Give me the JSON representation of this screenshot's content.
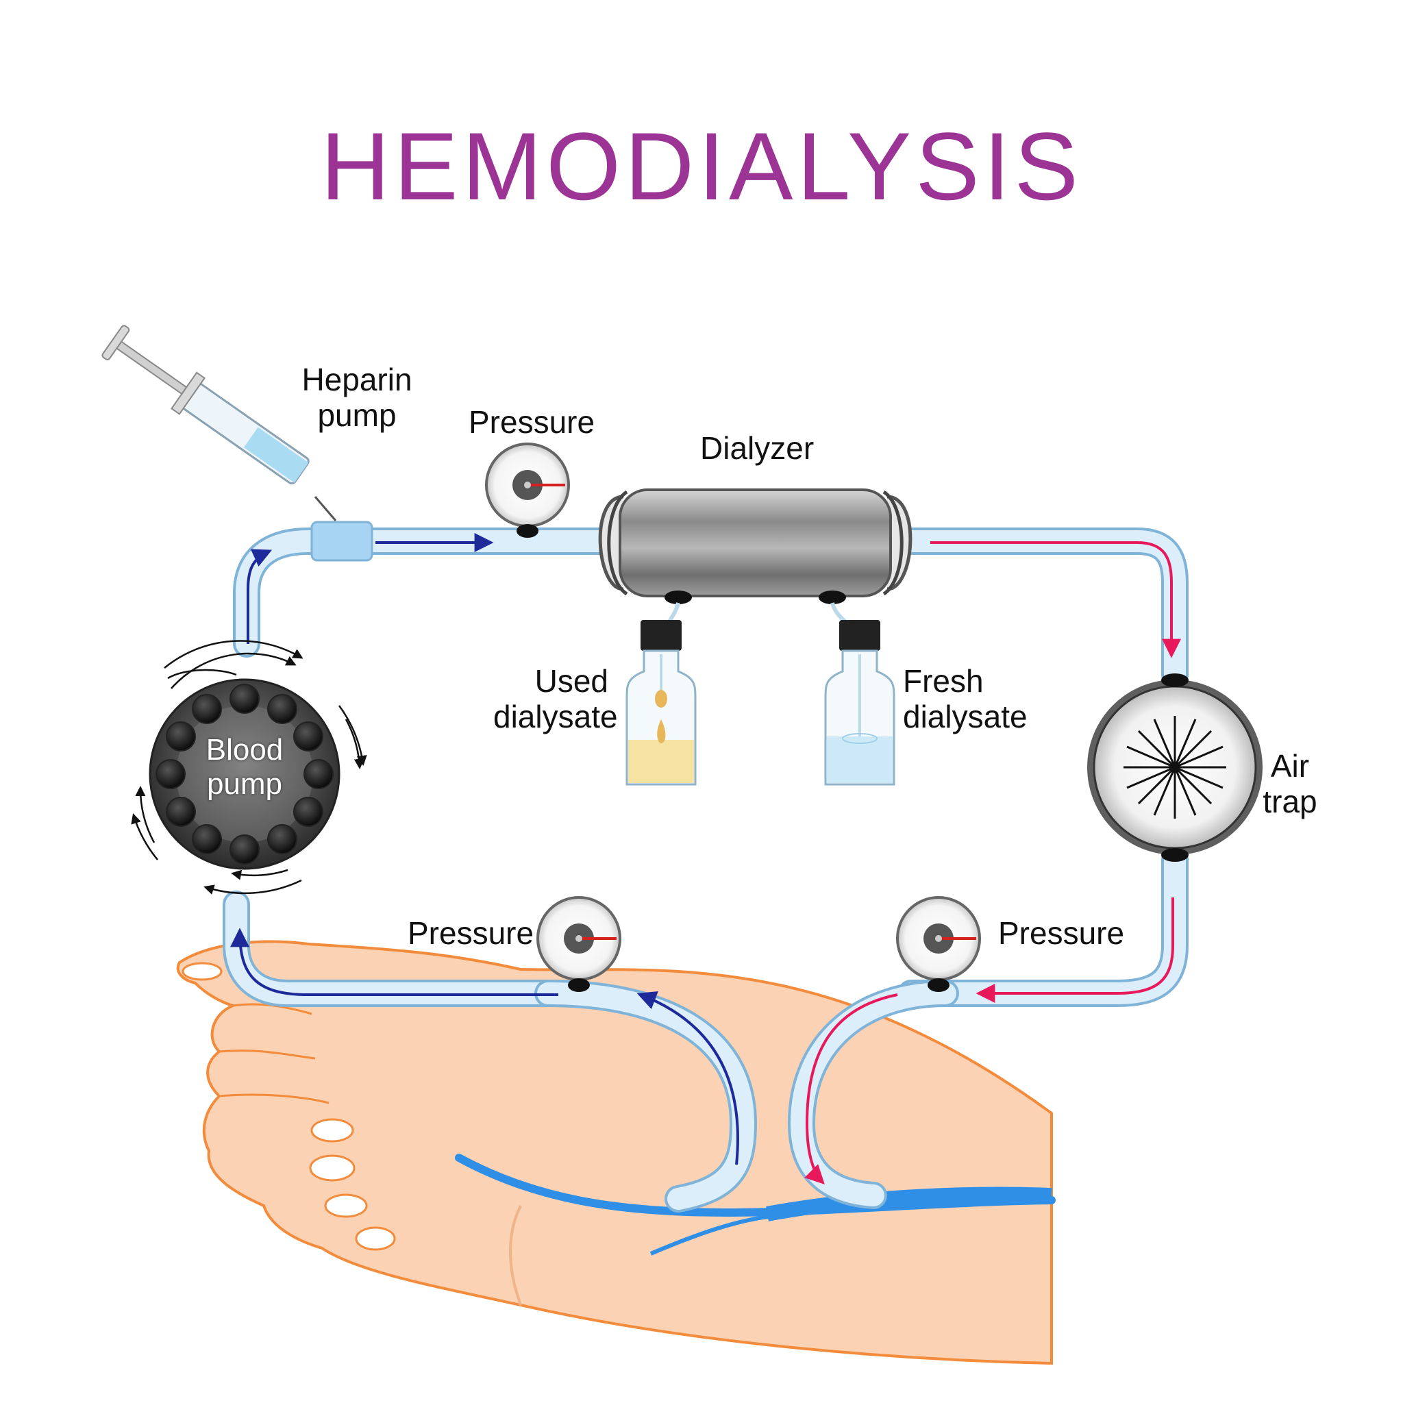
{
  "title": "HEMODIALYSIS",
  "labels": {
    "heparin_pump": [
      "Heparin",
      "pump"
    ],
    "pressure_top": "Pressure",
    "dialyzer": "Dialyzer",
    "used_dialysate": [
      "Used",
      "dialysate"
    ],
    "fresh_dialysate": [
      "Fresh",
      "dialysate"
    ],
    "air_trap": [
      "Air",
      "trap"
    ],
    "blood_pump": [
      "Blood",
      "pump"
    ],
    "pressure_bottom_left": "Pressure",
    "pressure_bottom_right": "Pressure"
  },
  "colors": {
    "title": "#9b3494",
    "tube": "#c9e6f7",
    "tube_edge": "#7fb3d8",
    "flow_to_dialyzer": "#1f2a9a",
    "flow_from_dialyzer": "#e8195a",
    "vein": "#2f8fe6",
    "skin": "#fbd2b3",
    "skin_edge": "#f28c3c"
  },
  "icons": [
    "syringe-icon",
    "pressure-gauge-icon",
    "dialyzer-cylinder-icon",
    "dialysate-bottle-icon",
    "air-trap-icon",
    "blood-pump-icon",
    "arm-icon"
  ]
}
